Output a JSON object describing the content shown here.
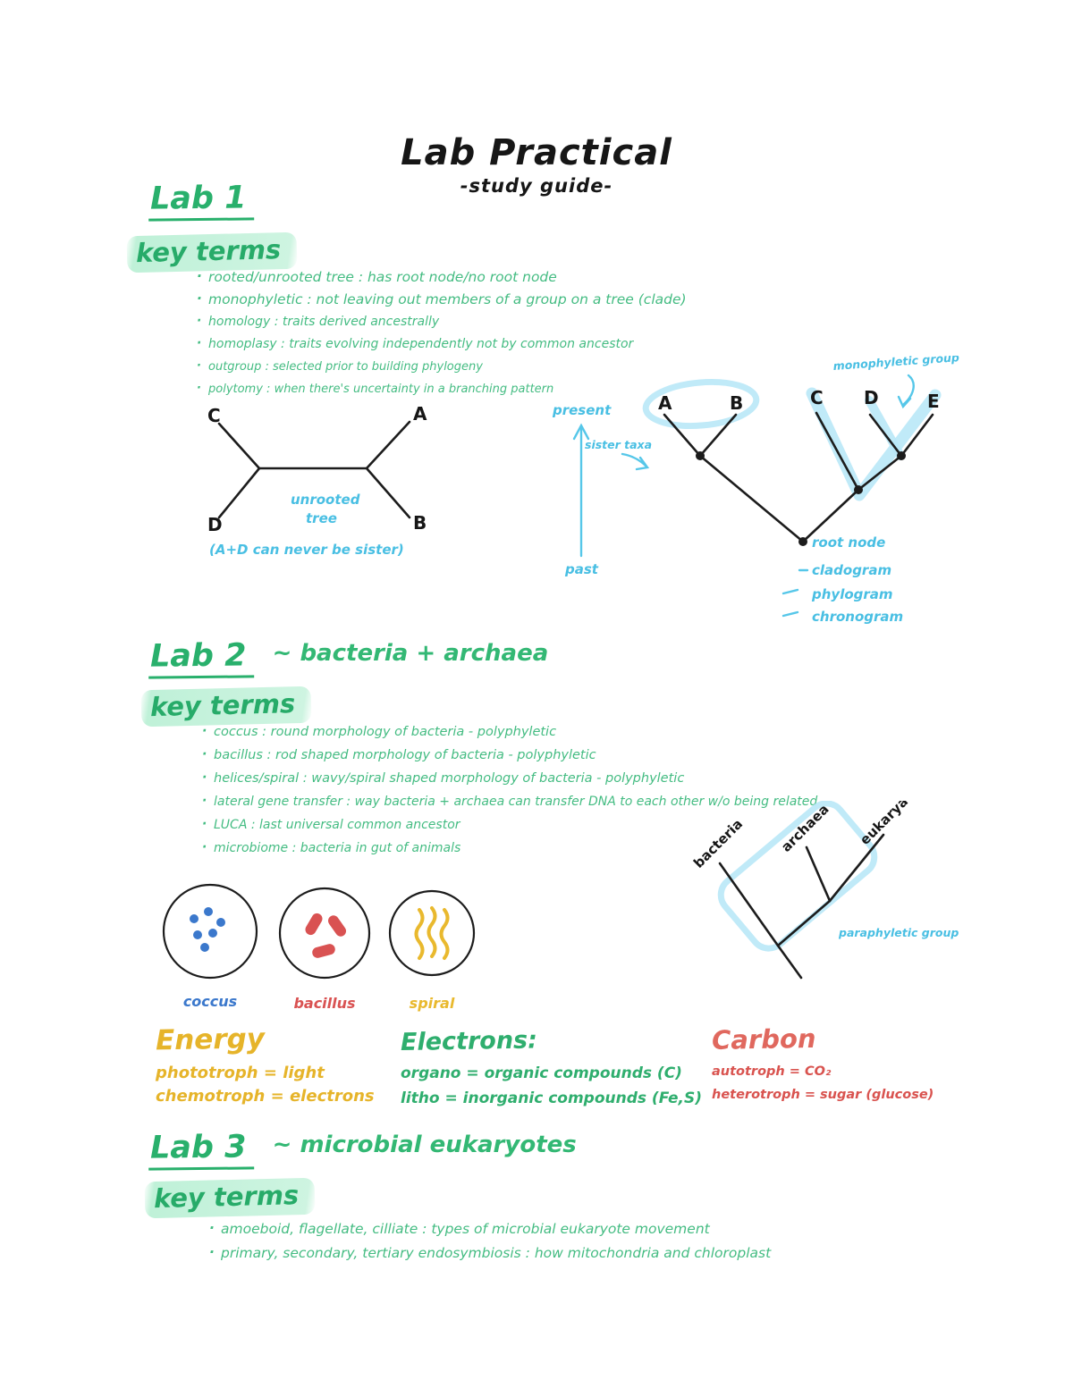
{
  "title": "Lab Practical",
  "subtitle": "-study guide-",
  "colors": {
    "green": "#2fb573",
    "green_highlight": "#9ce8bf",
    "blue": "#49bfe3",
    "light_blue_highlight": "#b9e8f7",
    "yellow": "#e6b42a",
    "red": "#d95252",
    "black": "#1c1c1c"
  },
  "lab1": {
    "heading": "Lab 1",
    "key_terms_label": "key terms",
    "terms": [
      "rooted/unrooted tree : has root node/no root node",
      "monophyletic : not leaving out members of a group on a tree (clade)",
      "homology : traits derived ancestrally",
      "homoplasy : traits evolving independently not by common ancestor",
      "outgroup : selected prior to building phylogeny",
      "polytomy : when there's uncertainty in a branching pattern"
    ],
    "unrooted_tree": {
      "tips": [
        "C",
        "A",
        "D",
        "B"
      ],
      "caption_line1": "unrooted",
      "caption_line2": "tree",
      "caption_line3": "(A+D can never be sister)"
    },
    "time_axis": {
      "top_label": "present",
      "bottom_label": "past",
      "sister_label": "sister taxa"
    },
    "cladogram": {
      "tips": [
        "A",
        "B",
        "C",
        "D",
        "E"
      ],
      "group_label": "monophyletic group",
      "root_label": "root node",
      "type_labels": [
        "cladogram",
        "phylogram",
        "chronogram"
      ]
    }
  },
  "lab2": {
    "heading": "Lab 2",
    "subheading": "~ bacteria + archaea",
    "key_terms_label": "key terms",
    "terms": [
      "coccus : round morphology of bacteria - polyphyletic",
      "bacillus : rod shaped morphology of bacteria - polyphyletic",
      "helices/spiral : wavy/spiral shaped morphology of bacteria - polyphyletic",
      "lateral gene transfer : way bacteria + archaea can transfer DNA to each other w/o being related",
      "LUCA : last universal common ancestor",
      "microbiome : bacteria in gut of animals"
    ],
    "morphology": {
      "coccus_label": "coccus",
      "bacillus_label": "bacillus",
      "spiral_label": "spiral"
    },
    "domain_tree": {
      "tips": [
        "bacteria",
        "archaea",
        "eukarya"
      ],
      "group_label": "paraphyletic group"
    }
  },
  "energy": {
    "heading": "Energy",
    "lines": [
      "phototroph = light",
      "chemotroph = electrons"
    ]
  },
  "electrons": {
    "heading": "Electrons:",
    "lines": [
      "organo = organic compounds (C)",
      "litho = inorganic compounds (Fe,S)"
    ]
  },
  "carbon": {
    "heading": "Carbon",
    "lines": [
      "autotroph = CO₂",
      "heterotroph = sugar (glucose)"
    ]
  },
  "lab3": {
    "heading": "Lab 3",
    "subheading": "~ microbial eukaryotes",
    "key_terms_label": "key terms",
    "terms": [
      "amoeboid, flagellate, cilliate : types of microbial eukaryote movement",
      "primary, secondary, tertiary endosymbiosis : how mitochondria and chloroplast"
    ]
  }
}
